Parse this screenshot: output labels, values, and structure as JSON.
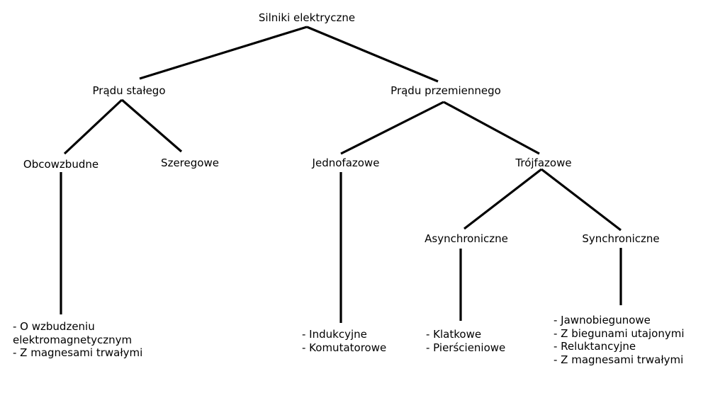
{
  "diagram": {
    "root": "Silniki elektryczne",
    "dc": "Prądu stałego",
    "ac": "Prądu przemiennego",
    "dc_separately_excited": "Obcowzbudne",
    "dc_series": "Szeregowe",
    "ac_single_phase": "Jednofazowe",
    "ac_three_phase": "Trójfazowe",
    "asynchronous": "Asynchroniczne",
    "synchronous": "Synchroniczne",
    "separately_excited_list": [
      "- O wzbudzeniu",
      "elektromagnetycznym",
      "- Z magnesami trwałymi"
    ],
    "single_phase_list": [
      "- Indukcyjne",
      "- Komutatorowe"
    ],
    "asynchronous_list": [
      "- Klatkowe",
      "- Pierścieniowe"
    ],
    "synchronous_list": [
      "- Jawnobiegunowe",
      "- Z biegunami utajonymi",
      "- Reluktancyjne",
      "- Z magnesami trwałymi"
    ]
  },
  "colors": {
    "line": "#000000",
    "text": "#000000",
    "background": "#ffffff"
  }
}
